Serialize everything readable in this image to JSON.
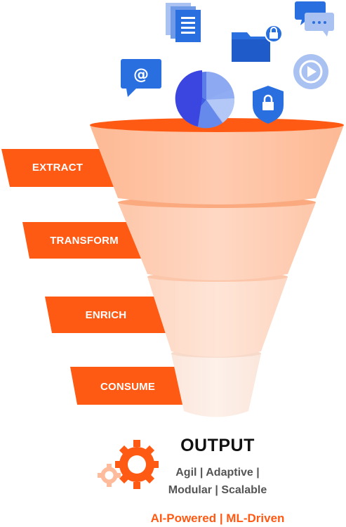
{
  "stages": [
    {
      "label": "EXTRACT"
    },
    {
      "label": "TRANSFORM"
    },
    {
      "label": "ENRICH"
    },
    {
      "label": "CONSUME"
    }
  ],
  "output": {
    "title": "OUTPUT",
    "line1": "Agil | Adaptive |",
    "line2": "Modular | Scalable",
    "tagline": "AI-Powered | ML-Driven"
  },
  "icons": [
    "documents-icon",
    "chat-bubbles-icon",
    "email-bubble-icon",
    "pie-chart-icon",
    "locked-folder-icon",
    "security-shield-icon",
    "play-icon",
    "gears-icon"
  ],
  "colors": {
    "accent": "#ff5a14",
    "funnel_top": "#ffbc9c",
    "funnel_bottom": "#fdf0ea",
    "icon_blue": "#2a6fe0",
    "icon_light_blue": "#a9c2f2"
  }
}
